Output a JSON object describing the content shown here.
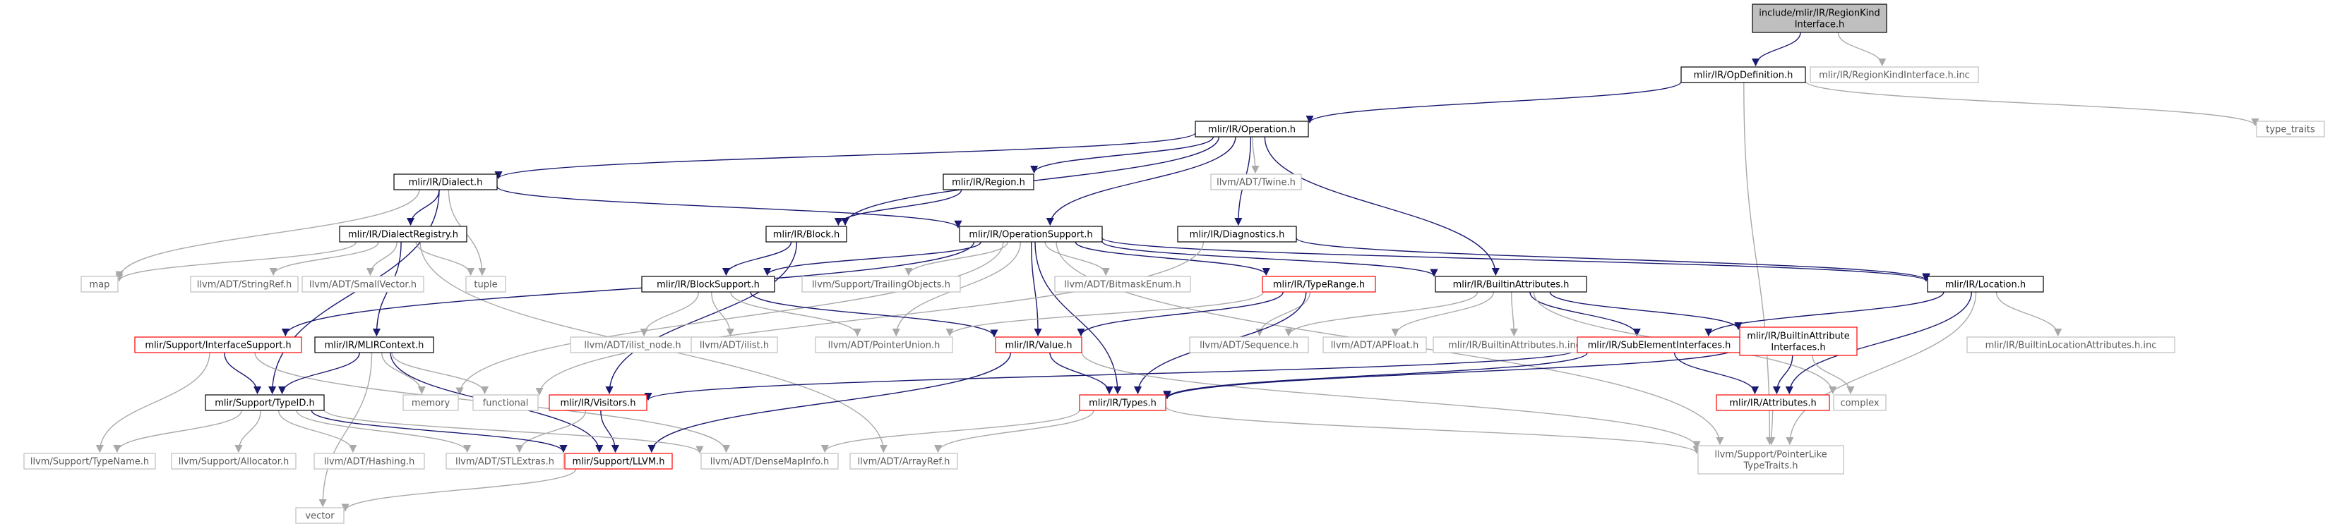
{
  "graph": {
    "colors": {
      "root_fill": "#bfbfbf",
      "edge_dark": "#191970",
      "edge_light": "#a9a9a9",
      "border_black": "#000000",
      "border_red": "#ff0000",
      "border_gray": "#bfbfbf",
      "text": "#000000",
      "text_gray": "#5a5a5a"
    },
    "nodes": [
      {
        "id": "root",
        "lines": [
          "include/mlir/IR/RegionKind",
          "Interface.h"
        ],
        "style": "root"
      },
      {
        "id": "opdef",
        "lines": [
          "mlir/IR/OpDefinition.h"
        ],
        "style": "black"
      },
      {
        "id": "rkinc",
        "lines": [
          "mlir/IR/RegionKindInterface.h.inc"
        ],
        "style": "gray"
      },
      {
        "id": "operation",
        "lines": [
          "mlir/IR/Operation.h"
        ],
        "style": "black"
      },
      {
        "id": "typetraits",
        "lines": [
          "type_traits"
        ],
        "style": "gray"
      },
      {
        "id": "dialect",
        "lines": [
          "mlir/IR/Dialect.h"
        ],
        "style": "black"
      },
      {
        "id": "region",
        "lines": [
          "mlir/IR/Region.h"
        ],
        "style": "black"
      },
      {
        "id": "twine",
        "lines": [
          "llvm/ADT/Twine.h"
        ],
        "style": "gray"
      },
      {
        "id": "dialectreg",
        "lines": [
          "mlir/IR/DialectRegistry.h"
        ],
        "style": "black"
      },
      {
        "id": "block",
        "lines": [
          "mlir/IR/Block.h"
        ],
        "style": "black"
      },
      {
        "id": "opsupport",
        "lines": [
          "mlir/IR/OperationSupport.h"
        ],
        "style": "black"
      },
      {
        "id": "diagnostics",
        "lines": [
          "mlir/IR/Diagnostics.h"
        ],
        "style": "black"
      },
      {
        "id": "map",
        "lines": [
          "map"
        ],
        "style": "gray"
      },
      {
        "id": "stringref",
        "lines": [
          "llvm/ADT/StringRef.h"
        ],
        "style": "gray"
      },
      {
        "id": "smallvector",
        "lines": [
          "llvm/ADT/SmallVector.h"
        ],
        "style": "gray"
      },
      {
        "id": "tuple",
        "lines": [
          "tuple"
        ],
        "style": "gray"
      },
      {
        "id": "blocksupport",
        "lines": [
          "mlir/IR/BlockSupport.h"
        ],
        "style": "black"
      },
      {
        "id": "trailingobj",
        "lines": [
          "llvm/Support/TrailingObjects.h"
        ],
        "style": "gray"
      },
      {
        "id": "bitmaskenum",
        "lines": [
          "llvm/ADT/BitmaskEnum.h"
        ],
        "style": "gray"
      },
      {
        "id": "typerange",
        "lines": [
          "mlir/IR/TypeRange.h"
        ],
        "style": "red"
      },
      {
        "id": "builtinattrs",
        "lines": [
          "mlir/IR/BuiltinAttributes.h"
        ],
        "style": "black"
      },
      {
        "id": "location",
        "lines": [
          "mlir/IR/Location.h"
        ],
        "style": "black"
      },
      {
        "id": "ifacesupport",
        "lines": [
          "mlir/Support/InterfaceSupport.h"
        ],
        "style": "red"
      },
      {
        "id": "mlircontext",
        "lines": [
          "mlir/IR/MLIRContext.h"
        ],
        "style": "black"
      },
      {
        "id": "ilistnode",
        "lines": [
          "llvm/ADT/ilist_node.h"
        ],
        "style": "gray"
      },
      {
        "id": "ilist",
        "lines": [
          "llvm/ADT/ilist.h"
        ],
        "style": "gray"
      },
      {
        "id": "pointerunion",
        "lines": [
          "llvm/ADT/PointerUnion.h"
        ],
        "style": "gray"
      },
      {
        "id": "value",
        "lines": [
          "mlir/IR/Value.h"
        ],
        "style": "red"
      },
      {
        "id": "sequence",
        "lines": [
          "llvm/ADT/Sequence.h"
        ],
        "style": "gray"
      },
      {
        "id": "apfloat",
        "lines": [
          "llvm/ADT/APFloat.h"
        ],
        "style": "gray"
      },
      {
        "id": "builtinattrsinc",
        "lines": [
          "mlir/IR/BuiltinAttributes.h.inc"
        ],
        "style": "gray"
      },
      {
        "id": "subelem",
        "lines": [
          "mlir/IR/SubElementInterfaces.h"
        ],
        "style": "red"
      },
      {
        "id": "builtinattrif",
        "lines": [
          "mlir/IR/BuiltinAttribute",
          "Interfaces.h"
        ],
        "style": "red"
      },
      {
        "id": "builtinlocinc",
        "lines": [
          "mlir/IR/BuiltinLocationAttributes.h.inc"
        ],
        "style": "gray"
      },
      {
        "id": "memory",
        "lines": [
          "memory"
        ],
        "style": "gray"
      },
      {
        "id": "functional",
        "lines": [
          "functional"
        ],
        "style": "gray"
      },
      {
        "id": "visitors",
        "lines": [
          "mlir/IR/Visitors.h"
        ],
        "style": "red"
      },
      {
        "id": "types",
        "lines": [
          "mlir/IR/Types.h"
        ],
        "style": "red"
      },
      {
        "id": "attributes",
        "lines": [
          "mlir/IR/Attributes.h"
        ],
        "style": "red"
      },
      {
        "id": "complex",
        "lines": [
          "complex"
        ],
        "style": "gray"
      },
      {
        "id": "typeid",
        "lines": [
          "mlir/Support/TypeID.h"
        ],
        "style": "black"
      },
      {
        "id": "typename",
        "lines": [
          "llvm/Support/TypeName.h"
        ],
        "style": "gray"
      },
      {
        "id": "allocator",
        "lines": [
          "llvm/Support/Allocator.h"
        ],
        "style": "gray"
      },
      {
        "id": "hashing",
        "lines": [
          "llvm/ADT/Hashing.h"
        ],
        "style": "gray"
      },
      {
        "id": "stlextras",
        "lines": [
          "llvm/ADT/STLExtras.h"
        ],
        "style": "gray"
      },
      {
        "id": "llvmh",
        "lines": [
          "mlir/Support/LLVM.h"
        ],
        "style": "red"
      },
      {
        "id": "densemapinfo",
        "lines": [
          "llvm/ADT/DenseMapInfo.h"
        ],
        "style": "gray"
      },
      {
        "id": "arrayref",
        "lines": [
          "llvm/ADT/ArrayRef.h"
        ],
        "style": "gray"
      },
      {
        "id": "ptrliketraits",
        "lines": [
          "llvm/Support/PointerLike",
          "TypeTraits.h"
        ],
        "style": "gray"
      },
      {
        "id": "vector",
        "lines": [
          "vector"
        ],
        "style": "gray"
      }
    ],
    "edges": [
      [
        "root",
        "opdef"
      ],
      [
        "root",
        "rkinc"
      ],
      [
        "opdef",
        "operation"
      ],
      [
        "opdef",
        "typetraits"
      ],
      [
        "opdef",
        "ptrliketraits"
      ],
      [
        "operation",
        "dialect"
      ],
      [
        "operation",
        "region"
      ],
      [
        "operation",
        "twine"
      ],
      [
        "operation",
        "block"
      ],
      [
        "operation",
        "opsupport"
      ],
      [
        "operation",
        "diagnostics"
      ],
      [
        "operation",
        "builtinattrs"
      ],
      [
        "dialect",
        "dialectreg"
      ],
      [
        "dialect",
        "opsupport"
      ],
      [
        "dialect",
        "map"
      ],
      [
        "dialect",
        "tuple"
      ],
      [
        "dialect",
        "typeid"
      ],
      [
        "region",
        "block"
      ],
      [
        "dialectreg",
        "map"
      ],
      [
        "dialectreg",
        "stringref"
      ],
      [
        "dialectreg",
        "smallvector"
      ],
      [
        "dialectreg",
        "tuple"
      ],
      [
        "dialectreg",
        "mlircontext"
      ],
      [
        "dialectreg",
        "arrayref"
      ],
      [
        "block",
        "blocksupport"
      ],
      [
        "block",
        "visitors"
      ],
      [
        "opsupport",
        "blocksupport"
      ],
      [
        "opsupport",
        "trailingobj"
      ],
      [
        "opsupport",
        "bitmaskenum"
      ],
      [
        "opsupport",
        "typerange"
      ],
      [
        "opsupport",
        "builtinattrs"
      ],
      [
        "opsupport",
        "location"
      ],
      [
        "opsupport",
        "ifacesupport"
      ],
      [
        "opsupport",
        "memory"
      ],
      [
        "opsupport",
        "pointerunion"
      ],
      [
        "opsupport",
        "value"
      ],
      [
        "opsupport",
        "types"
      ],
      [
        "opsupport",
        "ptrliketraits"
      ],
      [
        "diagnostics",
        "location"
      ],
      [
        "diagnostics",
        "functional"
      ],
      [
        "blocksupport",
        "ilistnode"
      ],
      [
        "blocksupport",
        "ilist"
      ],
      [
        "blocksupport",
        "pointerunion"
      ],
      [
        "blocksupport",
        "value"
      ],
      [
        "typerange",
        "value"
      ],
      [
        "typerange",
        "sequence"
      ],
      [
        "typerange",
        "pointerunion"
      ],
      [
        "typerange",
        "types"
      ],
      [
        "builtinattrs",
        "sequence"
      ],
      [
        "builtinattrs",
        "apfloat"
      ],
      [
        "builtinattrs",
        "builtinattrsinc"
      ],
      [
        "builtinattrs",
        "subelem"
      ],
      [
        "builtinattrs",
        "builtinattrif"
      ],
      [
        "builtinattrs",
        "complex"
      ],
      [
        "location",
        "subelem"
      ],
      [
        "location",
        "builtinlocinc"
      ],
      [
        "location",
        "attributes"
      ],
      [
        "location",
        "ptrliketraits"
      ],
      [
        "ifacesupport",
        "typeid"
      ],
      [
        "ifacesupport",
        "typename"
      ],
      [
        "ifacesupport",
        "densemapinfo"
      ],
      [
        "mlircontext",
        "typeid"
      ],
      [
        "mlircontext",
        "memory"
      ],
      [
        "mlircontext",
        "functional"
      ],
      [
        "mlircontext",
        "llvmh"
      ],
      [
        "mlircontext",
        "vector"
      ],
      [
        "value",
        "types"
      ],
      [
        "value",
        "llvmh"
      ],
      [
        "value",
        "ptrliketraits"
      ],
      [
        "subelem",
        "visitors"
      ],
      [
        "subelem",
        "types"
      ],
      [
        "subelem",
        "attributes"
      ],
      [
        "builtinattrif",
        "types"
      ],
      [
        "builtinattrif",
        "attributes"
      ],
      [
        "builtinattrif",
        "complex"
      ],
      [
        "visitors",
        "llvmh"
      ],
      [
        "visitors",
        "stlextras"
      ],
      [
        "types",
        "densemapinfo"
      ],
      [
        "types",
        "arrayref"
      ],
      [
        "types",
        "ptrliketraits"
      ],
      [
        "attributes",
        "ptrliketraits"
      ],
      [
        "typeid",
        "typename"
      ],
      [
        "typeid",
        "allocator"
      ],
      [
        "typeid",
        "hashing"
      ],
      [
        "typeid",
        "stlextras"
      ],
      [
        "typeid",
        "llvmh"
      ],
      [
        "typeid",
        "densemapinfo"
      ],
      [
        "llvmh",
        "vector"
      ]
    ]
  }
}
